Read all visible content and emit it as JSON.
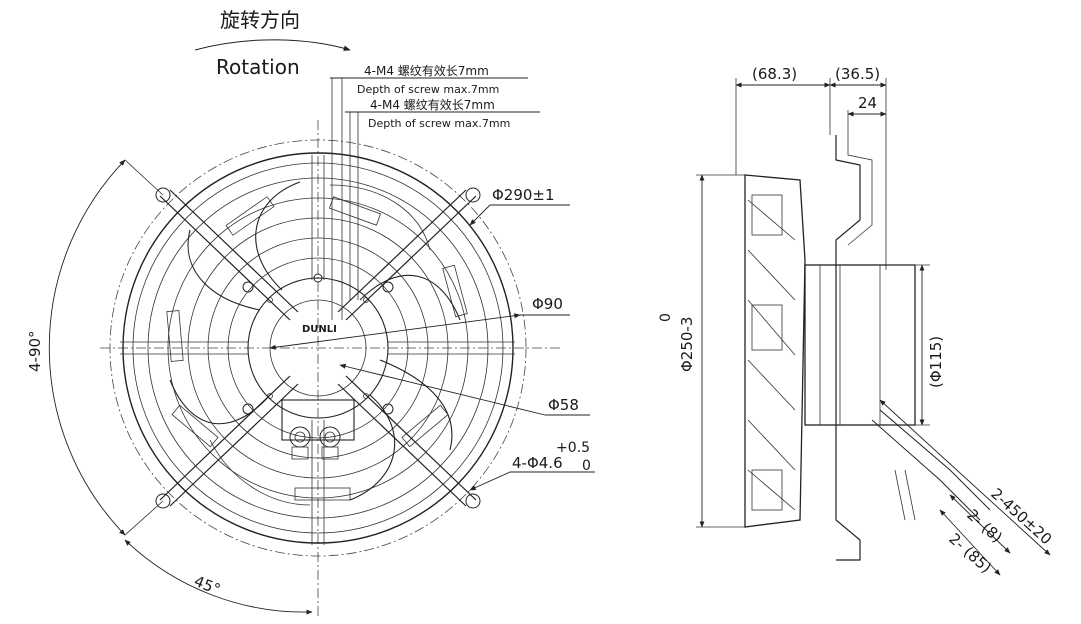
{
  "labels": {
    "rotation_cn": "旋转方向",
    "rotation_en": "Rotation",
    "screw_cn_1": "4-M4 螺纹有效长7mm",
    "screw_en_1": "Depth of screw max.7mm",
    "screw_cn_2": "4-M4 螺纹有效长7mm",
    "screw_en_2": "Depth of screw max.7mm",
    "phi290": "Φ290±1",
    "phi90": "Φ90",
    "phi58": "Φ58",
    "tol_plus": "+0.5",
    "hole_spec": "4-Φ4.6",
    "tol_zero": "0",
    "angle_4x90": "4-90°",
    "angle_45": "45°",
    "brand": "DUNLI",
    "dim_68": "(68.3)",
    "dim_36": "(36.5)",
    "dim_24": "24",
    "phi250": "Φ250-3",
    "phi250_tol": "0",
    "phi115": "(Φ115)",
    "lead_length": "2-450±20",
    "lead_8": "2- (8)",
    "lead_85": "2- (85)"
  },
  "colors": {
    "line": "#222222",
    "text": "#1a1a1a",
    "background": "#ffffff"
  }
}
